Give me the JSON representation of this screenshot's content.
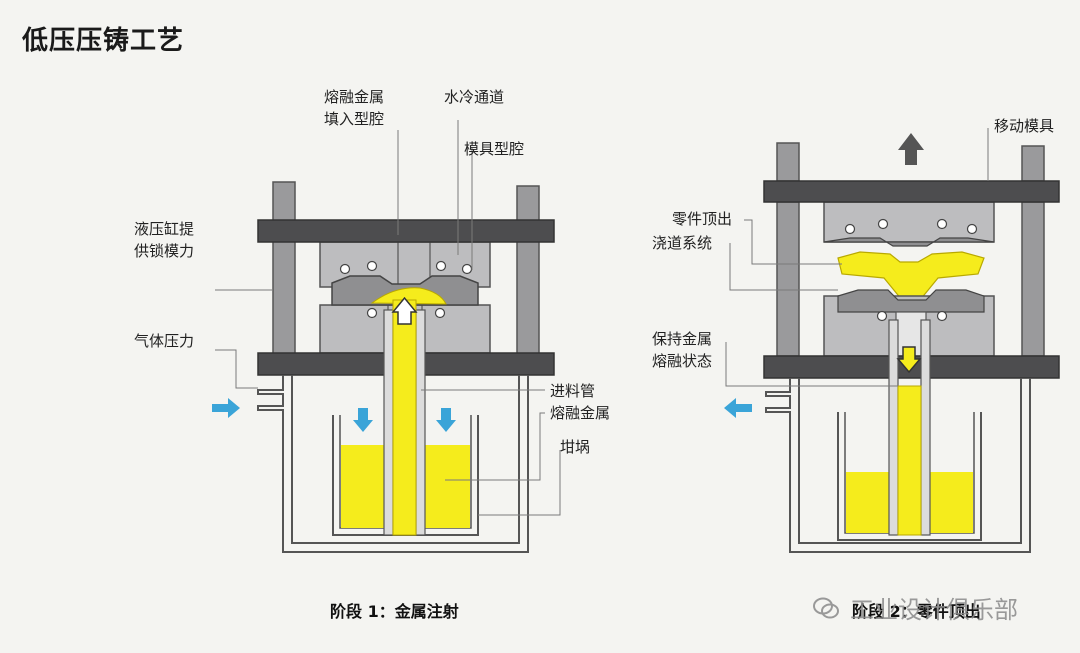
{
  "title": "低压压铸工艺",
  "stage1": {
    "caption": "阶段 1：金属注射",
    "labels": {
      "fill": [
        "熔融金属",
        "填入型腔"
      ],
      "cooling": "水冷通道",
      "cavity": "模具型腔",
      "hydraulic": [
        "液压缸提",
        "供锁模力"
      ],
      "gas": "气体压力",
      "feed_tube": "进料管",
      "molten": "熔融金属",
      "crucible": "坩埚"
    }
  },
  "stage2": {
    "caption": "阶段 2：零件顶出",
    "labels": {
      "moving": "移动模具",
      "ejection": "零件顶出",
      "runner": "浇道系统",
      "keep": [
        "保持金属",
        "熔融状态"
      ]
    }
  },
  "watermark": "工业设计俱乐部",
  "colors": {
    "metal": "#f5ec1c",
    "metal_dark": "#e2d200",
    "plate": "#4d4d4f",
    "mold": "#bdbdbf",
    "pillar": "#9a9a9c",
    "arrow_blue": "#3aa4d8",
    "arrow_dark": "#555555",
    "leader": "#7a7a7a"
  }
}
